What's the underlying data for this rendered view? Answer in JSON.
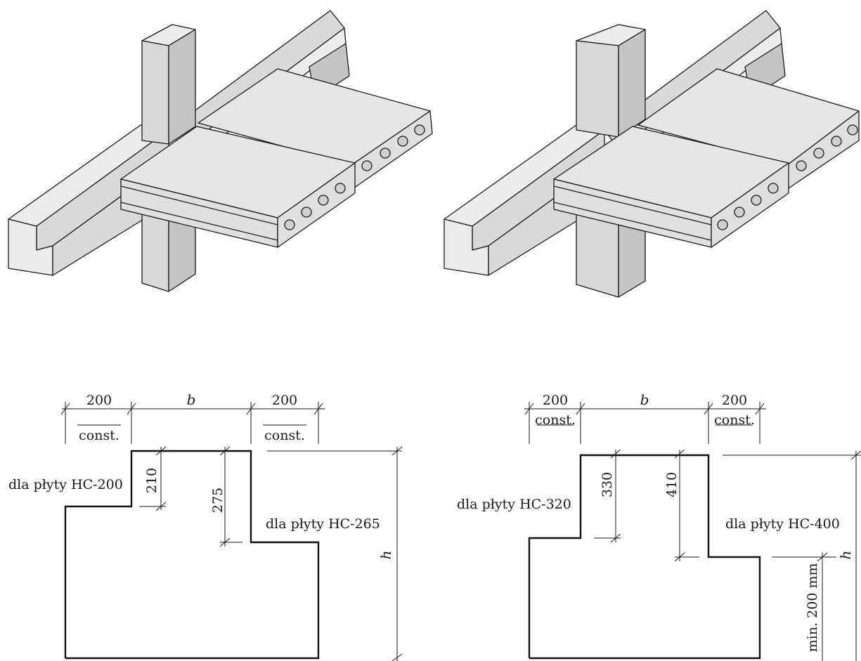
{
  "left_section": {
    "dim_top_left_value": "200",
    "dim_top_left_note": "const.",
    "dim_top_mid": "b",
    "dim_top_right_value": "200",
    "dim_top_right_note": "const.",
    "label_left": "dla płyty HC-200",
    "label_right": "dla płyty HC-265",
    "dim_step_left": "210",
    "dim_step_right": "275",
    "dim_height": "h"
  },
  "right_section": {
    "dim_top_left_value": "200",
    "dim_top_left_note": "const.",
    "dim_top_mid": "b",
    "dim_top_right_value": "200",
    "dim_top_right_note": "const.",
    "label_left": "dla płyty HC-320",
    "label_right": "dla płyty HC-400",
    "dim_step_left": "330",
    "dim_step_right": "410",
    "dim_min": "min. 200 mm",
    "dim_height": "h"
  }
}
